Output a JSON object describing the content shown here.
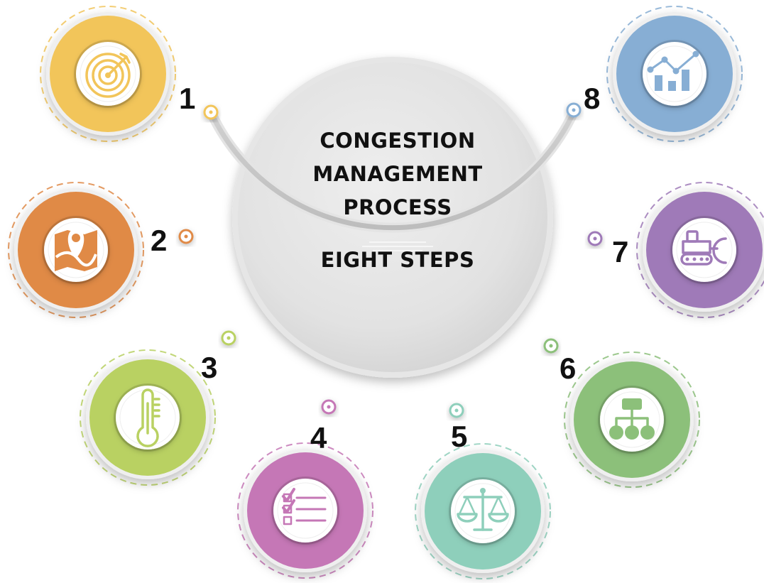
{
  "center": {
    "title_lines": [
      "CONGESTION",
      "MANAGEMENT",
      "PROCESS"
    ],
    "subtitle": "EIGHT STEPS"
  },
  "steps": [
    {
      "number": "1",
      "icon": "target-icon",
      "color": "#f2c55a"
    },
    {
      "number": "2",
      "icon": "map-pin-icon",
      "color": "#e08a46"
    },
    {
      "number": "3",
      "icon": "thermometer-icon",
      "color": "#b9d162"
    },
    {
      "number": "4",
      "icon": "checklist-icon",
      "color": "#c577b6"
    },
    {
      "number": "5",
      "icon": "scales-icon",
      "color": "#8ecfbb"
    },
    {
      "number": "6",
      "icon": "hierarchy-icon",
      "color": "#8cc07a"
    },
    {
      "number": "7",
      "icon": "bulldozer-icon",
      "color": "#9f7ab8"
    },
    {
      "number": "8",
      "icon": "trend-chart-icon",
      "color": "#87aed4"
    }
  ]
}
